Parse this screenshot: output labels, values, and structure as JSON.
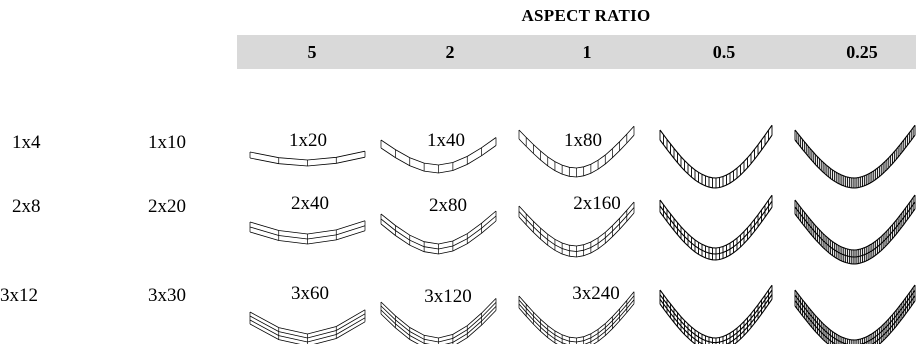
{
  "header": {
    "title": "ASPECT RATIO",
    "aspect_ratios": [
      "5",
      "2",
      "1",
      "0.5",
      "0.25"
    ]
  },
  "rows": [
    {
      "col1": "1x4",
      "col2": "1x10",
      "meshes": [
        "1x20",
        "1x40",
        "1x80",
        "",
        ""
      ]
    },
    {
      "col1": "2x8",
      "col2": "2x20",
      "meshes": [
        "2x40",
        "2x80",
        "2x160",
        "",
        ""
      ]
    },
    {
      "col1": "3x12",
      "col2": "3x30",
      "meshes": [
        "3x60",
        "3x120",
        "3x240",
        "",
        ""
      ]
    }
  ],
  "colors": {
    "header_band": "#d9d9d9",
    "mesh_stroke": "#000000"
  }
}
